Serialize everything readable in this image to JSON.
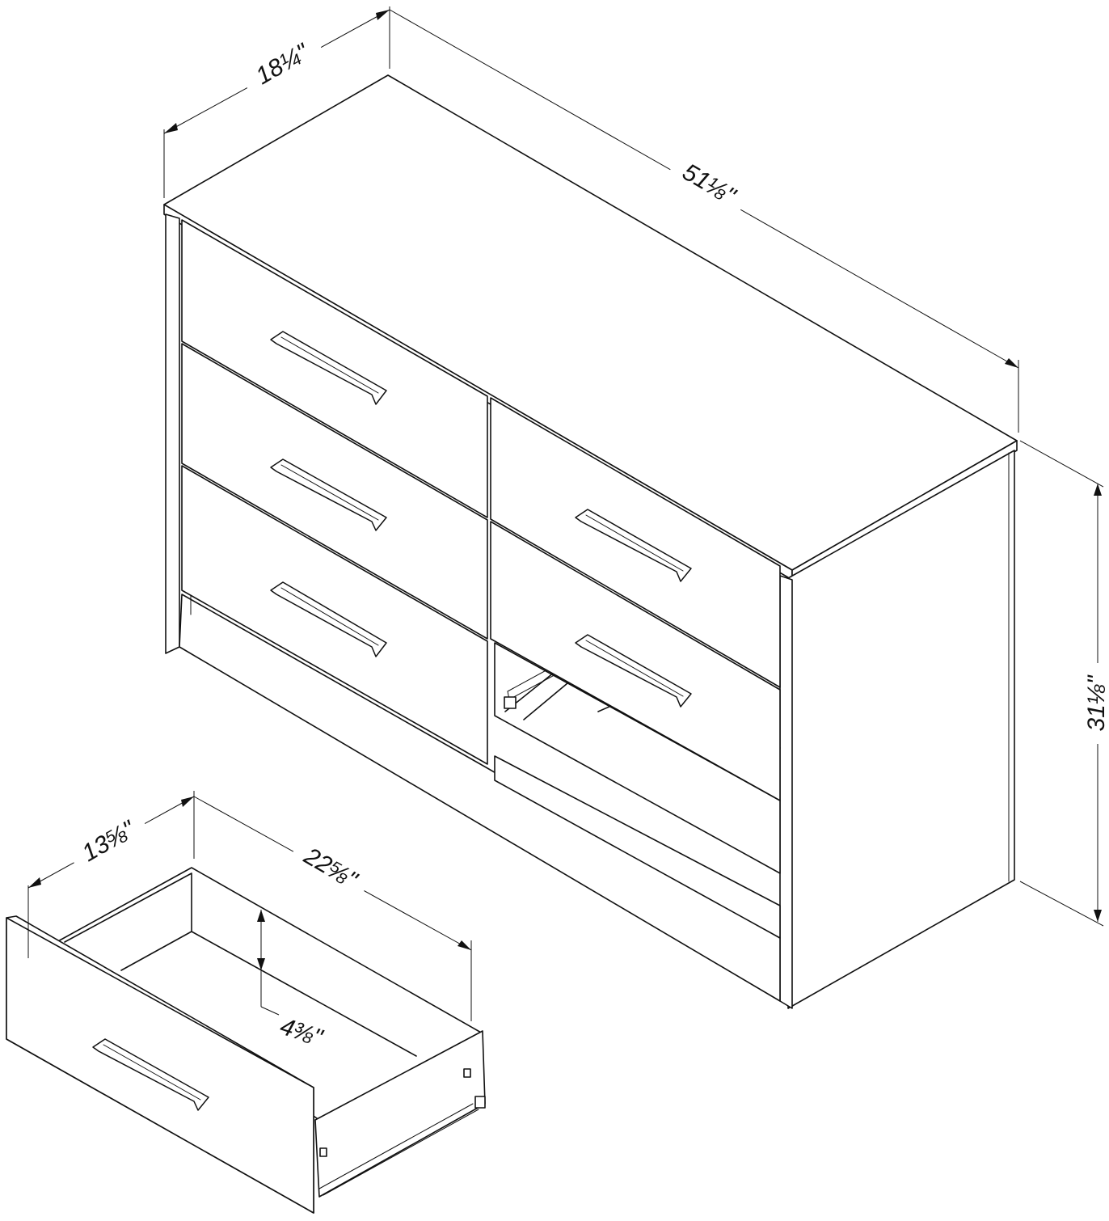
{
  "dimensions": {
    "depth": "18¼\"",
    "width": "51⅛\"",
    "height": "31⅛\"",
    "drawer_depth": "13⅝\"",
    "drawer_width": "22⅝\"",
    "drawer_height": "4⅜\""
  }
}
